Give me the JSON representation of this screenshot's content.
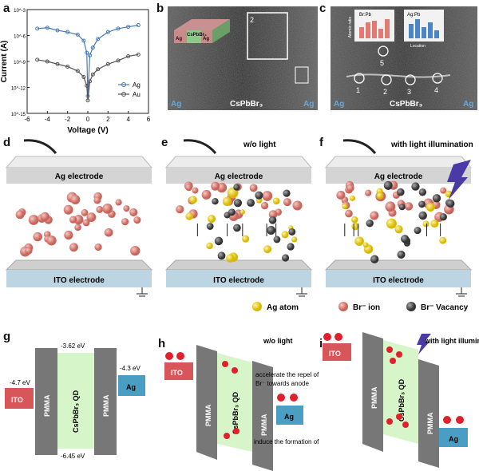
{
  "panels": {
    "a": "a",
    "b": "b",
    "c": "c",
    "d": "d",
    "e": "e",
    "f": "f",
    "g": "g",
    "h": "h",
    "i": "i"
  },
  "chart_data": {
    "type": "line",
    "xlabel": "Voltage (V)",
    "ylabel": "Current (A)",
    "x_ticks": [
      "-6",
      "-4",
      "-2",
      "0",
      "2",
      "4",
      "6"
    ],
    "y_ticks": [
      "10^-15",
      "10^-12",
      "10^-9",
      "10^-6",
      "10^-3"
    ],
    "xlim": [
      -6,
      6
    ],
    "ylim_log10": [
      -15,
      -3
    ],
    "legend_position": "bottom-right",
    "series": [
      {
        "name": "Ag",
        "color": "#4a7ab5",
        "x": [
          -5,
          -4,
          -3,
          -2,
          -1,
          -0.4,
          -0.1,
          0,
          0.2,
          0.5,
          1,
          2,
          3,
          4,
          5
        ],
        "y_log10": [
          -5.2,
          -5.1,
          -5.4,
          -5.6,
          -5.9,
          -6.6,
          -8.0,
          -13.0,
          -8.3,
          -7.4,
          -6.4,
          -5.6,
          -5.2,
          -5.0,
          -4.8
        ]
      },
      {
        "name": "Au",
        "color": "#555555",
        "x": [
          -5,
          -4,
          -3,
          -2,
          -1,
          -0.4,
          -0.1,
          0,
          0.2,
          0.5,
          1,
          2,
          3,
          4,
          5
        ],
        "y_log10": [
          -8.8,
          -9.0,
          -9.3,
          -9.6,
          -10.1,
          -10.8,
          -11.8,
          -13.5,
          -11.3,
          -10.5,
          -9.9,
          -9.3,
          -8.9,
          -8.4,
          -8.2
        ]
      }
    ]
  },
  "micro": {
    "b_material": "CsPbBr₃",
    "b_left": "Ag",
    "b_right": "Ag",
    "b_box": "2",
    "b_inset_ag": "Ag",
    "b_inset_mat": "CsPbBr₃",
    "b_inset_ag2": "Ag",
    "c_material": "CsPbBr₃",
    "c_left": "Ag",
    "c_right": "Ag",
    "c_circles": [
      "1",
      "2",
      "3",
      "4",
      "5"
    ],
    "c_inset1_title": "Br:Pb",
    "c_inset2_title": "Ag:Pb",
    "c_inset_ylabel": "Atomic ratio",
    "c_inset_xlabel": "Location"
  },
  "schematic": {
    "top_electrode": "Ag electrode",
    "bottom_electrode": "ITO electrode",
    "e_title": "w/o light",
    "f_title": "with light illumination",
    "legend": {
      "ag_atom": "Ag atom",
      "br_ion": "Br⁻ ion",
      "br_vacancy": "Br⁻ Vacancy"
    }
  },
  "band": {
    "ito": "ITO",
    "pmma": "PMMA",
    "qd": "CsPbBr₃ QD",
    "ag": "Ag",
    "ito_level": "-4.7 eV",
    "cb": "-3.62 eV",
    "vb": "-6.45 eV",
    "ag_level": "-4.3 eV",
    "h_title": "w/o light",
    "i_title": "with light illumination",
    "h_note1": "accelerate the repel of",
    "h_note2": "Br⁻ towards anode",
    "h_note3": "induce the formation of Ag⁺"
  },
  "colors": {
    "ag": "#e8d21a",
    "br": "#d88a84",
    "vac": "#555555",
    "ito": "#d8555a",
    "agblue": "#4a9ec4",
    "pmma": "#777777",
    "qd": "#d6f5c8",
    "elec_ag": "#d4d4d4",
    "elec_ito": "#bcd5e3"
  }
}
